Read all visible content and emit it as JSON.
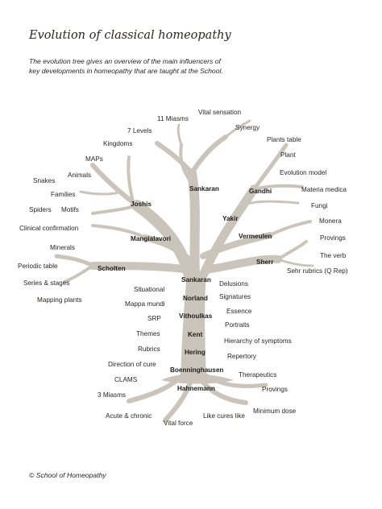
{
  "page": {
    "title": "Evolution of classical homeopathy",
    "subtitle_lines": [
      "The evolution tree gives an overview of the main influencers of",
      "key developments in homeopathy that are taught at the School."
    ],
    "footer": "© School of Homeopathy"
  },
  "colors": {
    "tree": "#cbc4bb",
    "text": "#2a2623"
  },
  "labels": {
    "miasms11": "11 Miasms",
    "vital_sensation": "Vital sensation",
    "synergy": "Synergy",
    "levels7": "7 Levels",
    "plants_table": "Plants table",
    "kingdoms": "Kingdoms",
    "plant": "Plant",
    "maps": "MAPs",
    "evolution_model": "Evolution model",
    "snakes": "Snakes",
    "animals": "Animals",
    "materia_medica": "Materia medica",
    "families": "Families",
    "fungi": "Fungi",
    "spiders": "Spiders",
    "motifs": "Motifs",
    "monera": "Monera",
    "clinical_confirmation": "Clinical confirmation",
    "provings_upper": "Provings",
    "minerals": "Minerals",
    "the_verb": "The verb",
    "periodic_table": "Periodic table",
    "sehr_rubrics": "Sehr rubrics (Q Rep)",
    "series_stages": "Series & stages",
    "mapping_plants": "Mapping plants",
    "situational": "Situational",
    "delusions": "Delusions",
    "mappa_mundi": "Mappa mundi",
    "signatures": "Signatures",
    "srp": "SRP",
    "essence": "Essence",
    "portraits": "Portraits",
    "themes": "Themes",
    "hierarchy": "Hierarchy of symptoms",
    "rubrics": "Rubrics",
    "repertory": "Repertory",
    "direction_of_cure": "Direction of cure",
    "therapeutics": "Therapeutics",
    "clams": "CLAMS",
    "provings_lower": "Provings",
    "miasms3": "3 Miasms",
    "minimum_dose": "Minimum dose",
    "acute_chronic": "Acute & chronic",
    "like_cures_like": "Like cures like",
    "vital_force": "Vital force"
  },
  "people": {
    "joshis": "Joshis",
    "sankaran_top": "Sankaran",
    "gandhi": "Gandhi",
    "yakir": "Yakir",
    "mangialavori": "Mangialavori",
    "vermeulen": "Vermeulen",
    "sherr": "Sherr",
    "scholten": "Scholten",
    "sankaran_trunk": "Sankaran",
    "norland": "Norland",
    "vithoulkas": "Vithoulkas",
    "kent": "Kent",
    "hering": "Hering",
    "boenninghausen": "Boenninghausen",
    "hahnemann": "Hahnemann"
  }
}
